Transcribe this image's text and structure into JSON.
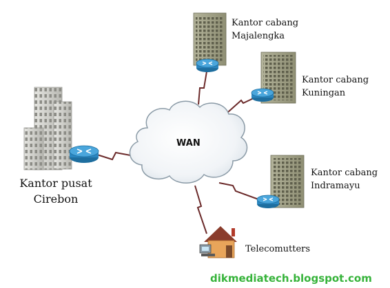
{
  "network": {
    "cloud_label": "WAN",
    "headquarters": {
      "line1": "Kantor pusat",
      "line2": "Cirebon"
    },
    "branches": [
      {
        "line1": "Kantor cabang",
        "line2": "Majalengka"
      },
      {
        "line1": "Kantor cabang",
        "line2": "Kuningan"
      },
      {
        "line1": "Kantor cabang",
        "line2": "Indramayu"
      }
    ],
    "remote": {
      "label": "Telecomutters"
    }
  },
  "watermark": "dikmediatech.blogspot.com",
  "colors": {
    "link": "#6b2a2a",
    "router": "#2a86c0",
    "building": "#a9a98c",
    "cloud_edge": "#8a9aa6",
    "watermark": "#36b33a"
  },
  "icons": [
    "router-icon",
    "office-building-icon",
    "house-icon",
    "cloud-icon"
  ]
}
